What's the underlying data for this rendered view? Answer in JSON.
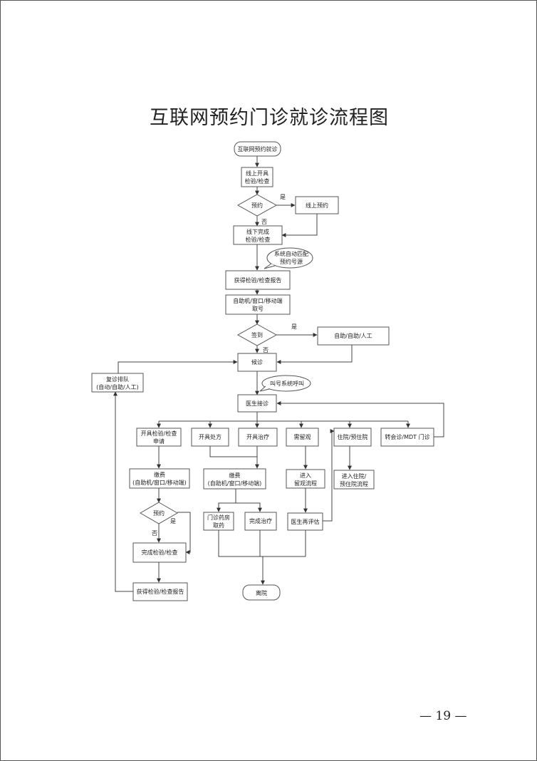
{
  "title": "互联网预约门诊就诊流程图",
  "page_number": "— 19 —",
  "flow": {
    "start": "互联网预约就诊",
    "online_order": [
      "线上开具",
      "检验/检查"
    ],
    "decision_appointment": "预约",
    "online_appointment": "线上预约",
    "offline_complete": [
      "线下完成",
      "检验/检查"
    ],
    "note_auto_match": [
      "系统自动匹配",
      "预约号源"
    ],
    "get_report": "获得检验/检查报告",
    "checkin_channels": [
      "自助机/窗口/移动端",
      "取号"
    ],
    "decision_checkin": "签到",
    "checkin_modes": "自助/自助/人工",
    "waiting": "候诊",
    "note_calling": "叫号系统呼叫",
    "revisit_queue": [
      "复诊排队",
      "(自动/自助/人工)"
    ],
    "doctor_visit": "医生接诊",
    "branch_exam_request": [
      "开具检验/检查",
      "申请"
    ],
    "branch_prescription": "开具处方",
    "branch_treatment": "开具治疗",
    "branch_observation": "需留观",
    "branch_admission": "住院/预住院",
    "branch_mdt": "转会诊/MDT 门诊",
    "payment_label": "缴费",
    "payment_channels": "(自助机/窗口/移动端)",
    "enter_observation": [
      "进入",
      "留观流程"
    ],
    "enter_admission": [
      "进入住院/",
      "预住院流程"
    ],
    "decision_exam_appointment": "预约",
    "pharmacy": [
      "门诊药房",
      "取药"
    ],
    "treatment_done": "完成治疗",
    "doctor_assessment": "医生再评估",
    "exam_done": "完成检验/检查",
    "final_report": "获得检验/检查报告",
    "leave": "离院",
    "yes": "是",
    "no": "否"
  }
}
